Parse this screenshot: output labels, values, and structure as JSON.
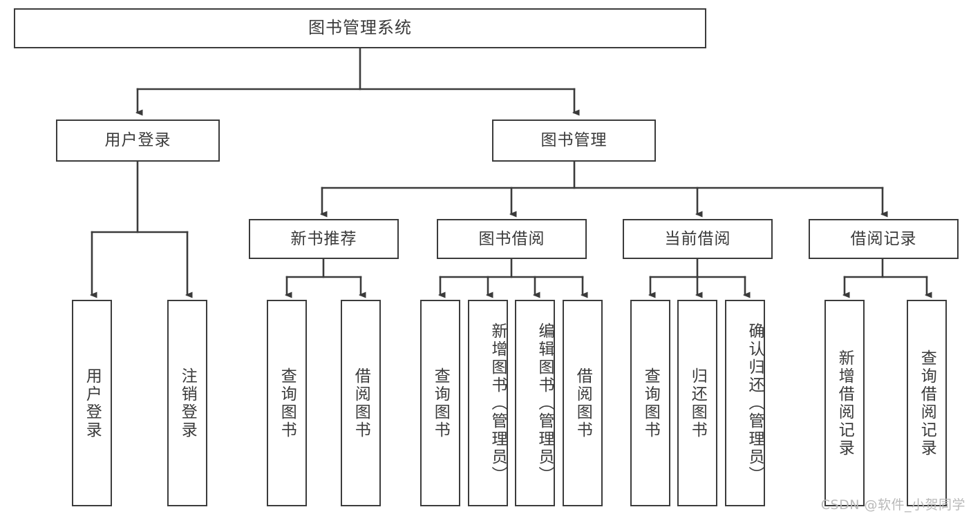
{
  "diagram": {
    "type": "tree",
    "title": "图书管理系统",
    "orientation": "top-down",
    "colors": {
      "box_border": "#3b3b3b",
      "box_fill": "#ffffff",
      "text": "#3a3a3a",
      "edge": "#3b3b3b",
      "watermark": "#b9b9b9"
    },
    "root": {
      "label": "图书管理系统"
    },
    "level2": [
      {
        "id": "user-login",
        "label": "用户登录"
      },
      {
        "id": "book-manage",
        "label": "图书管理"
      }
    ],
    "level3": [
      {
        "id": "new-book-recommend",
        "label": "新书推荐",
        "parent": "book-manage"
      },
      {
        "id": "book-borrow",
        "label": "图书借阅",
        "parent": "book-manage"
      },
      {
        "id": "current-borrow",
        "label": "当前借阅",
        "parent": "book-manage"
      },
      {
        "id": "borrow-record",
        "label": "借阅记录",
        "parent": "book-manage"
      }
    ],
    "leaves": {
      "user-login": [
        {
          "id": "leaf-user-login",
          "label": "用户登录"
        },
        {
          "id": "leaf-user-logout",
          "label": "注销登录"
        }
      ],
      "new-book-recommend": [
        {
          "id": "leaf-query-book-1",
          "label": "查询图书"
        },
        {
          "id": "leaf-borrow-book-1",
          "label": "借阅图书"
        }
      ],
      "book-borrow": [
        {
          "id": "leaf-query-book-2",
          "label": "查询图书"
        },
        {
          "id": "leaf-add-book-admin",
          "label": "新增图书（管理员）"
        },
        {
          "id": "leaf-edit-book-admin",
          "label": "编辑图书（管理员）"
        },
        {
          "id": "leaf-borrow-book-2",
          "label": "借阅图书"
        }
      ],
      "current-borrow": [
        {
          "id": "leaf-query-book-3",
          "label": "查询图书"
        },
        {
          "id": "leaf-return-book",
          "label": "归还图书"
        },
        {
          "id": "leaf-confirm-return-admin",
          "label": "确认归还（管理员）"
        }
      ],
      "borrow-record": [
        {
          "id": "leaf-add-borrow-record",
          "label": "新增借阅记录"
        },
        {
          "id": "leaf-query-borrow-record",
          "label": "查询借阅记录"
        }
      ]
    }
  },
  "watermark": {
    "text": "CSDN @软件_小贺同学"
  }
}
